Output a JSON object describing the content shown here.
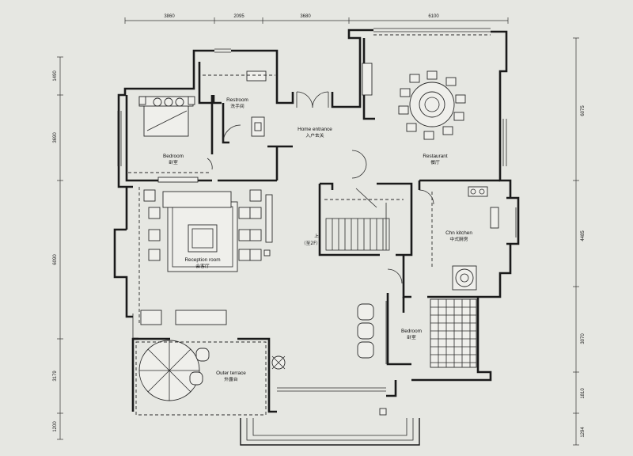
{
  "dimensions": {
    "top": [
      "3860",
      "2095",
      "3680",
      "6100"
    ],
    "left": [
      "1490",
      "3690",
      "6090",
      "3179",
      "1200"
    ],
    "right": [
      "6075",
      "4485",
      "3070",
      "1810",
      "1294"
    ]
  },
  "rooms": {
    "bedroom_nw": {
      "en": "Bedroom",
      "zh": "卧室"
    },
    "restroom": {
      "en": "Restroom",
      "zh": "洗手间"
    },
    "home_entrance": {
      "en": "Home entrance",
      "zh": "入户玄关"
    },
    "restaurant": {
      "en": "Restaurant",
      "zh": "餐厅"
    },
    "reception": {
      "en": "Reception room",
      "zh": "会客厅"
    },
    "kitchen": {
      "en": "Chn kitchen",
      "zh": "中式厨房"
    },
    "bedroom_se": {
      "en": "Bedroom",
      "zh": "卧室"
    },
    "terrace": {
      "en": "Outer terrace",
      "zh": "外露台"
    }
  },
  "stairs": {
    "up": "上",
    "to": "（至2F）"
  },
  "colors": {
    "background": "#e6e7e2",
    "line": "#1a1a1a"
  }
}
